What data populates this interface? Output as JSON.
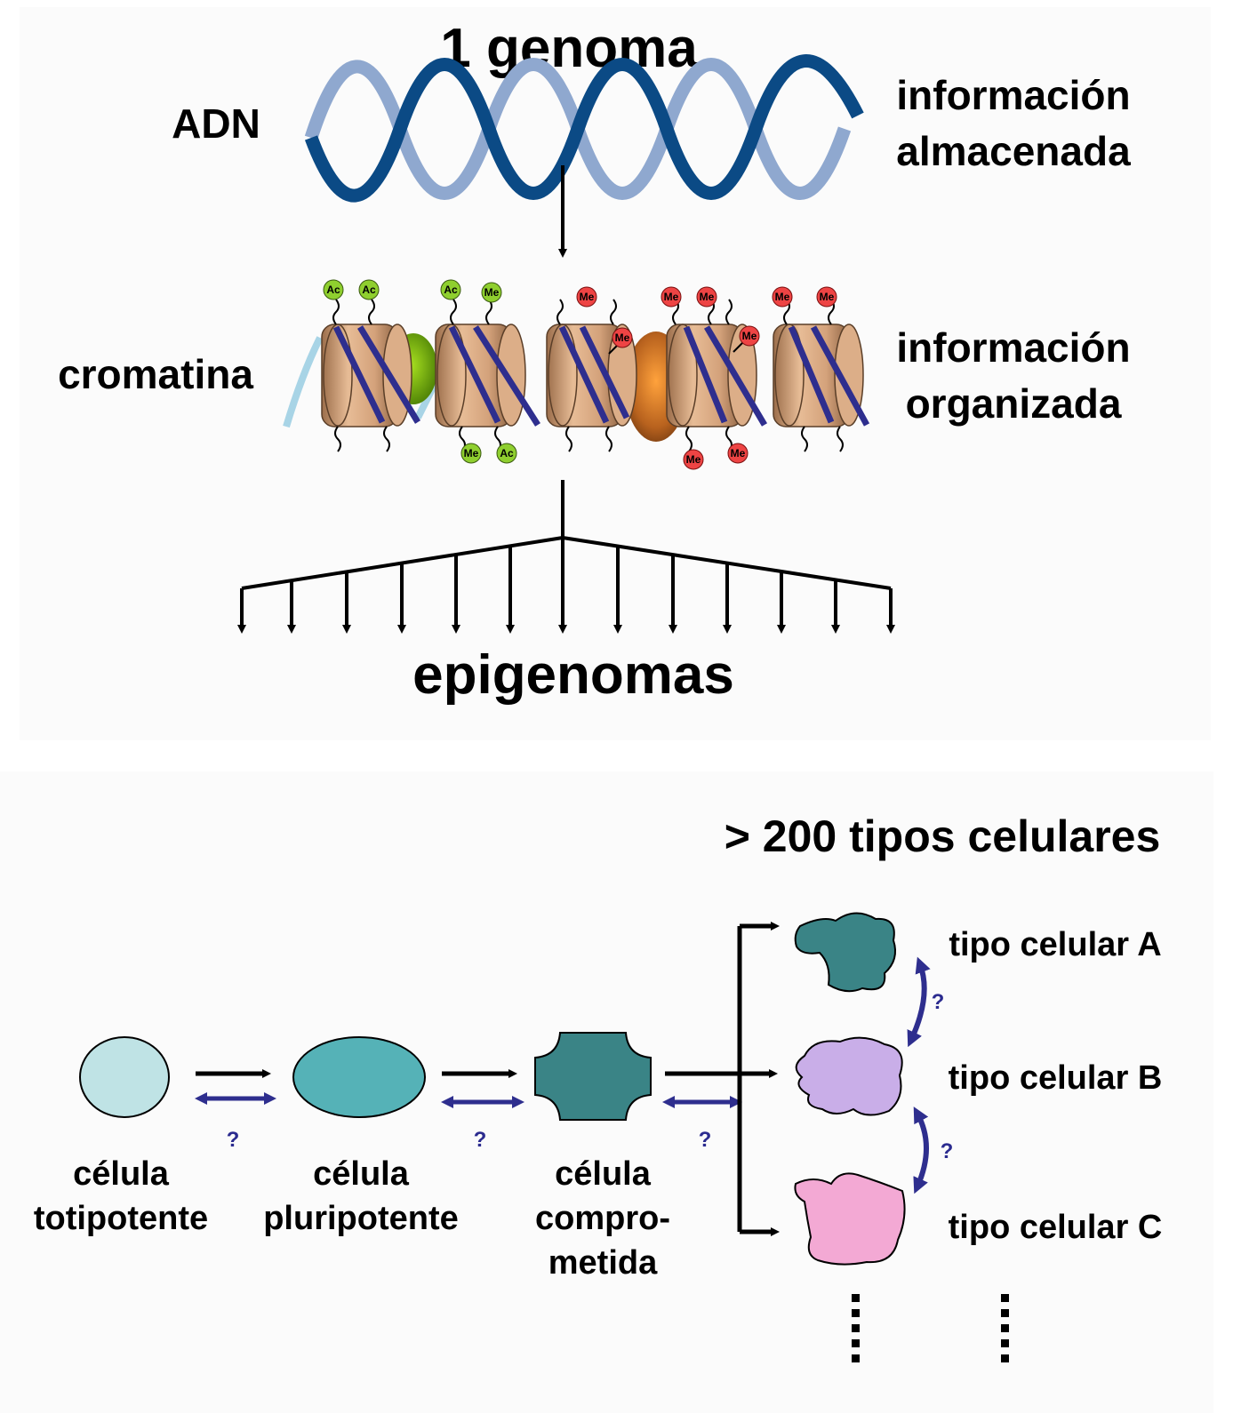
{
  "top": {
    "title": "1 genoma",
    "dna_label": "ADN",
    "dna_info_line1": "información",
    "dna_info_line2": "almacenada",
    "chromatin_label": "cromatina",
    "chromatin_info_line1": "información",
    "chromatin_info_line2": "organizada",
    "bottom_label": "epigenomas",
    "marks": {
      "acetyl": "Ac",
      "methyl": "Me"
    }
  },
  "bottom": {
    "title": "> 200 tipos celulares",
    "cells": [
      {
        "line1": "célula",
        "line2": "totipotente"
      },
      {
        "line1": "célula",
        "line2": "pluripotente"
      },
      {
        "line1": "célula",
        "line2": "compro-",
        "line3": "metida"
      }
    ],
    "cell_types": [
      "tipo celular A",
      "tipo celular B",
      "tipo celular C"
    ],
    "question_mark": "?"
  },
  "colors": {
    "dna_dark": "#0b4a85",
    "dna_light": "#8fa8cf",
    "nucleosome": "#d6a47d",
    "dna_wrap": "#2e2e8e",
    "acetyl_mark": "#8fcf2f",
    "methyl_mark": "#ee4444",
    "green_factor": "#5f9a0a",
    "orange_factor": "#d8782a",
    "totipotent": "#bfe3e5",
    "pluripotent": "#55b2b7",
    "committed": "#3a8486",
    "type_a": "#3a8486",
    "type_b": "#c9aee8",
    "type_c": "#f3a9d4",
    "bidirectional_arrow": "#2e2e8e"
  }
}
